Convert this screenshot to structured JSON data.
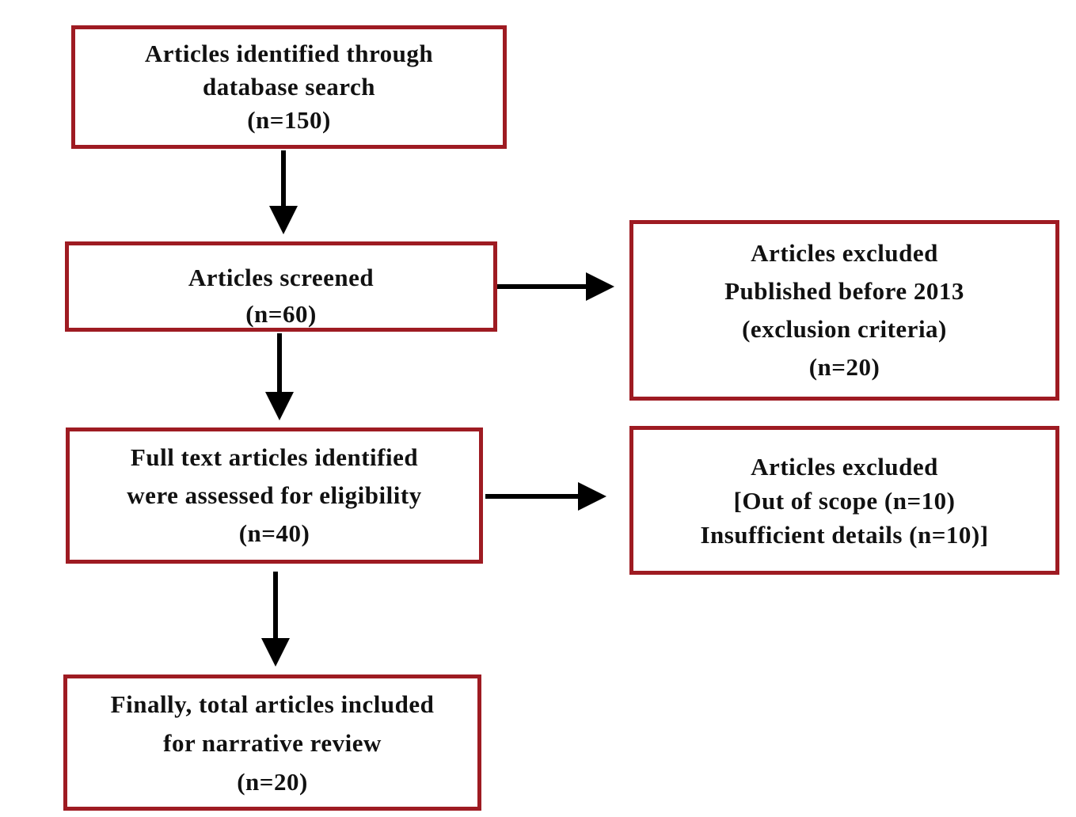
{
  "boxes": {
    "identified": {
      "lines": [
        "Articles identified through",
        "database search",
        "(n=150)"
      ]
    },
    "screened": {
      "lines": [
        "Articles screened",
        "(n=60)"
      ]
    },
    "fulltext": {
      "lines": [
        "Full text articles identified",
        "were assessed for eligibility",
        "(n=40)"
      ]
    },
    "final": {
      "lines": [
        "Finally, total articles included",
        "for narrative review",
        "(n=20)"
      ]
    },
    "excluded_date": {
      "lines": [
        "Articles excluded",
        "Published before 2013",
        "(exclusion criteria)",
        "(n=20)"
      ]
    },
    "excluded_scope": {
      "lines": [
        "Articles excluded",
        "[Out of scope (n=10)",
        "Insufficient details (n=10)]"
      ]
    }
  },
  "colors": {
    "box_border": "#9e1b22",
    "arrow": "#000000",
    "text": "#111111"
  }
}
